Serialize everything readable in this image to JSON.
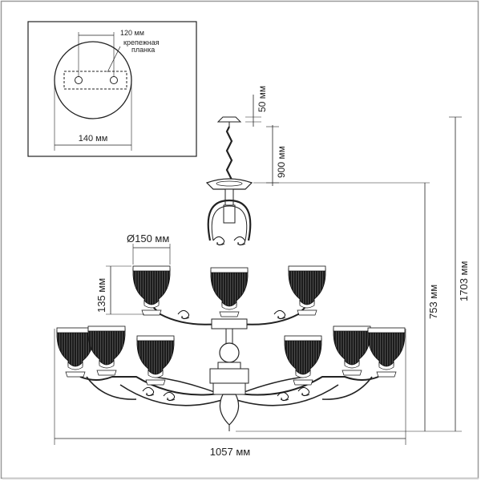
{
  "inset": {
    "mount_width_label": "120 мм",
    "mount_bar_label_line1": "крепежная",
    "mount_bar_label_line2": "планка",
    "canopy_diameter_label": "140 мм"
  },
  "dimensions": {
    "canopy_height": "50 мм",
    "chain_length": "900 мм",
    "shade_diameter": "Ø150 мм",
    "shade_height": "135 мм",
    "body_height": "753 мм",
    "total_height": "1703 мм",
    "total_width": "1057 мм"
  },
  "colors": {
    "line": "#222222",
    "shade_dark": "#1c1c1c",
    "frame_border": "#9a9a9a"
  }
}
